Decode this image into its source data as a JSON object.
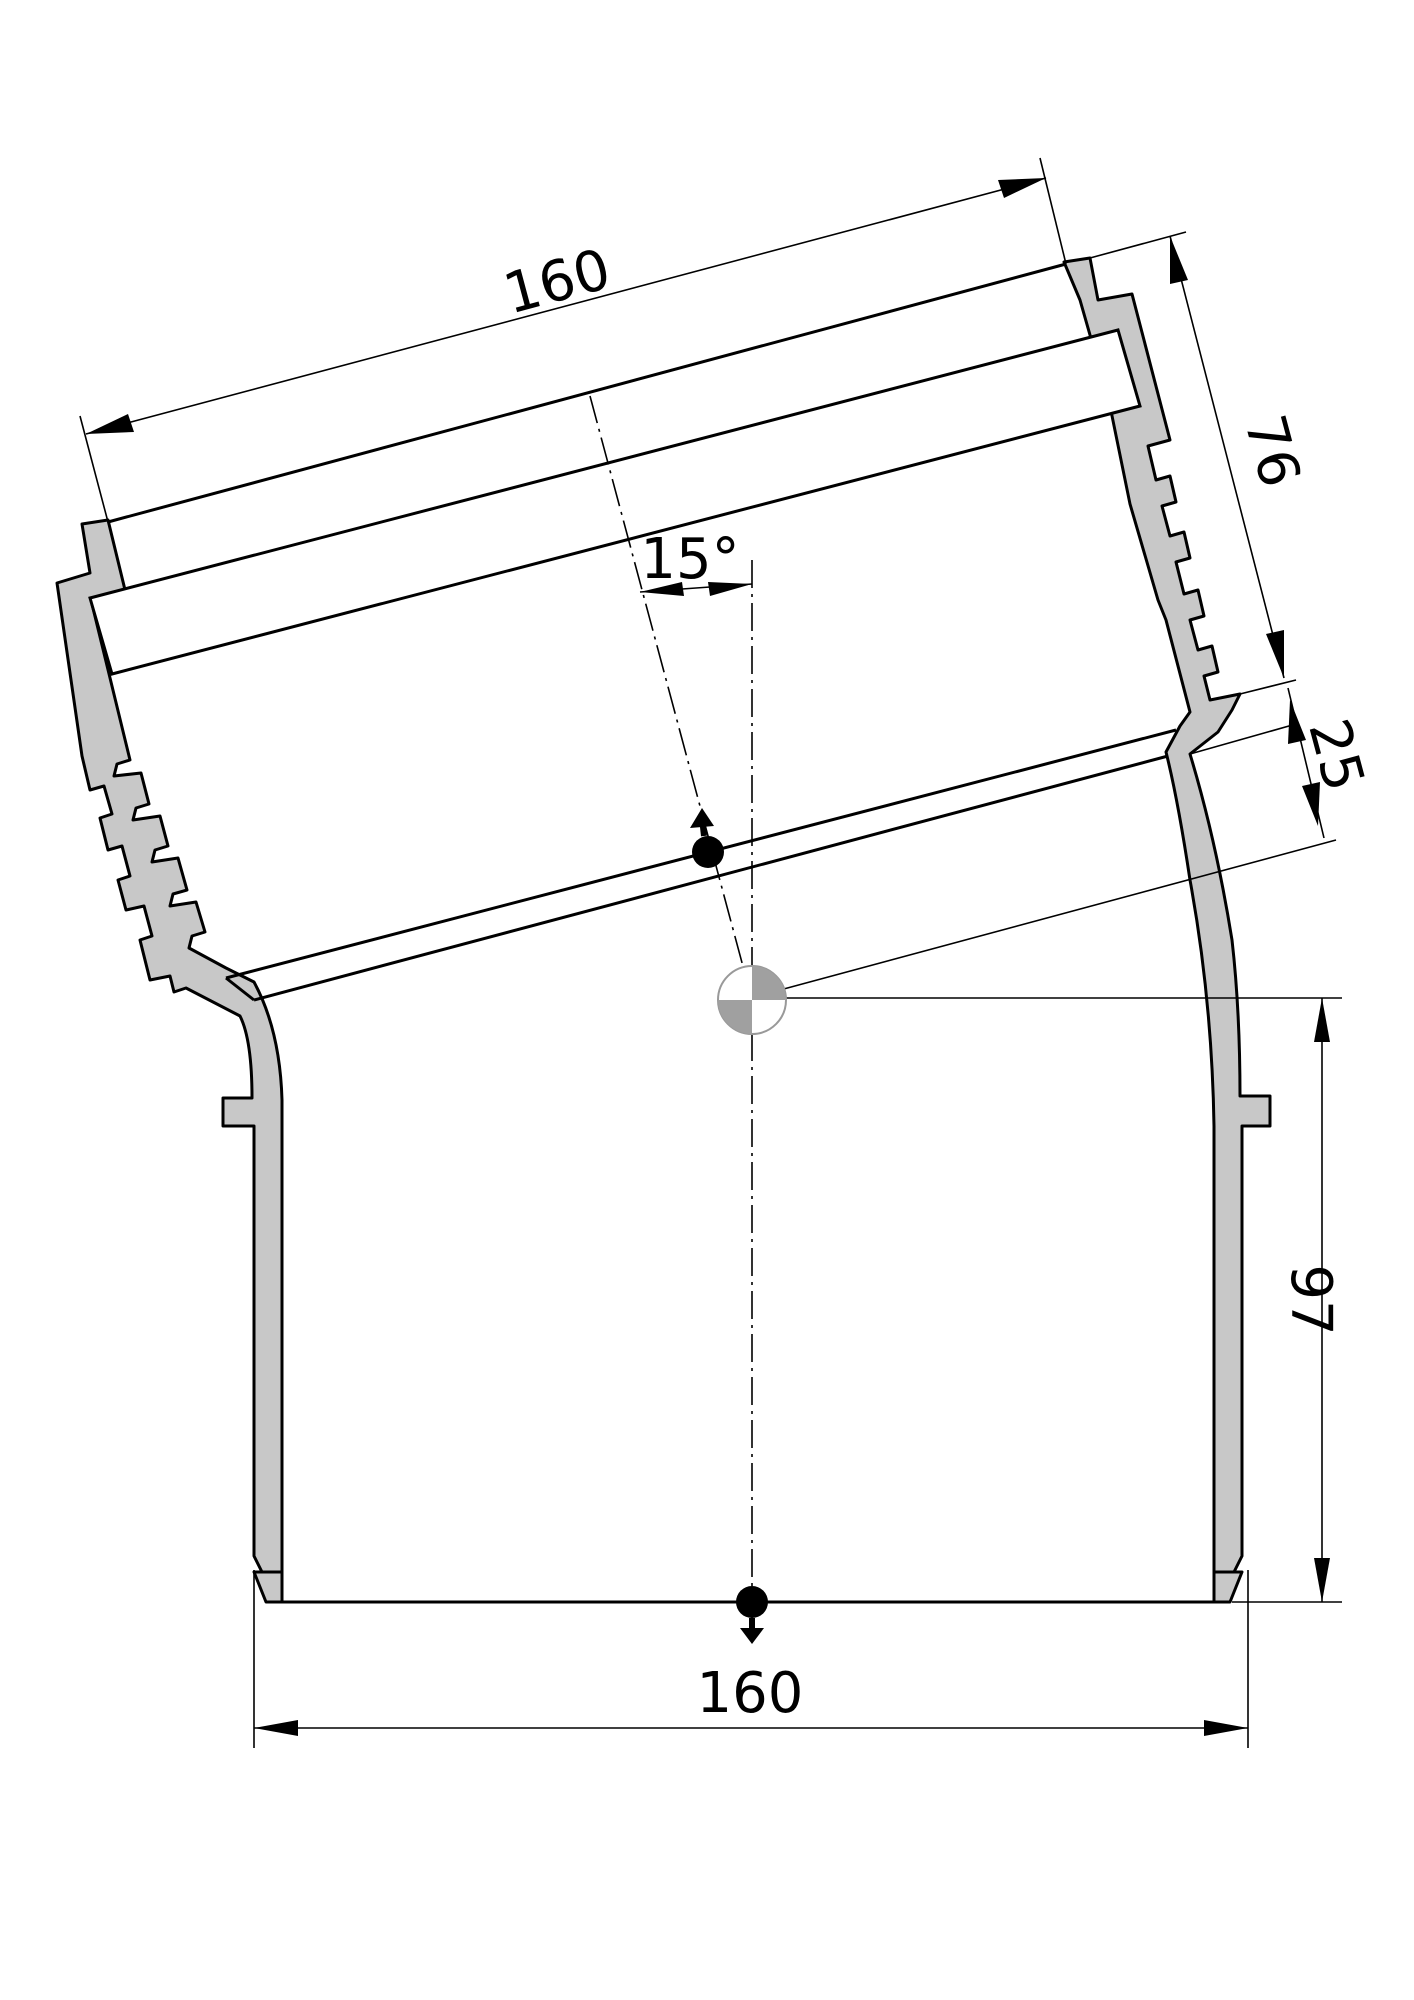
{
  "drawing": {
    "dimensions": {
      "top_length": "160",
      "socket_depth": "76",
      "transition": "25",
      "angle": "15°",
      "bottom_height": "97",
      "bottom_width": "160"
    },
    "colors": {
      "wall_fill": "#c8c8c8",
      "line": "#000000",
      "background": "#ffffff"
    },
    "symbols": [
      "centre-of-rotation-icon",
      "flow-marker-up-icon",
      "flow-marker-down-icon"
    ]
  }
}
